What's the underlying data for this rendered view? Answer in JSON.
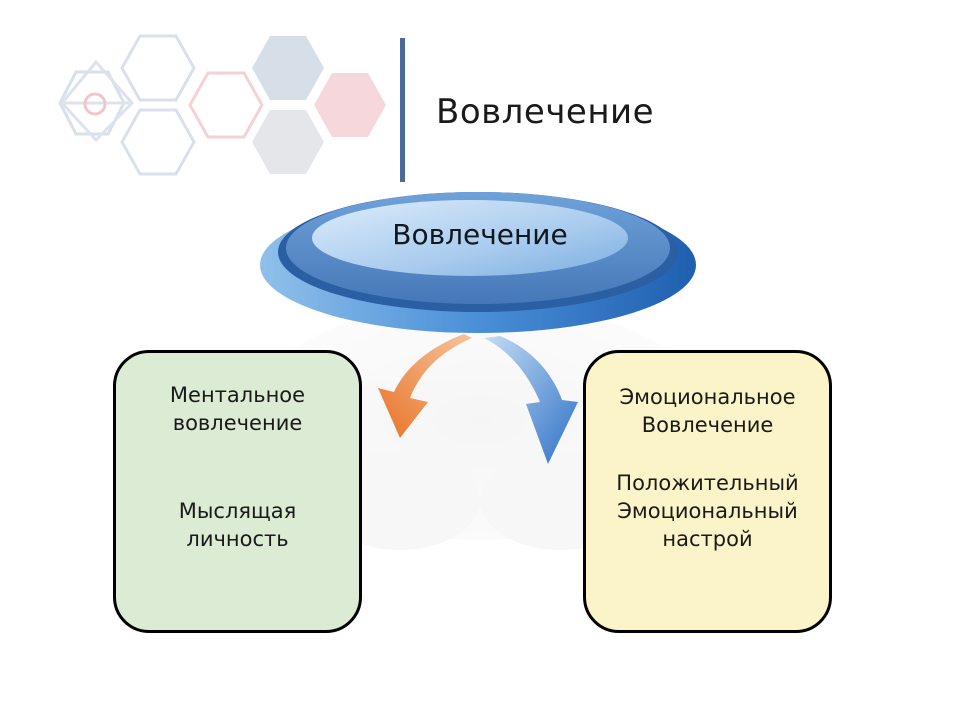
{
  "slide": {
    "title": "Вовлечение"
  },
  "diagram": {
    "center_label": "Вовлечение",
    "left_box": {
      "heading": [
        "Ментальное",
        "вовлечение"
      ],
      "body": [
        "Мыслящая",
        "личность"
      ]
    },
    "right_box": {
      "heading": [
        "Эмоциональное",
        "Вовлечение"
      ],
      "body": [
        "Положительный",
        "Эмоциональный",
        "настрой"
      ]
    }
  },
  "colors": {
    "title_bar": "#4a6a9e",
    "left_box_fill": "#dcebd4",
    "right_box_fill": "#fbf4c8",
    "left_arrow": "#e8803a",
    "right_arrow": "#3f7fc8",
    "disk": "#3c78c4"
  },
  "icons": {
    "decoration": "hexagon-pattern",
    "left_arrow": "curved-arrow-left",
    "right_arrow": "curved-arrow-right"
  }
}
